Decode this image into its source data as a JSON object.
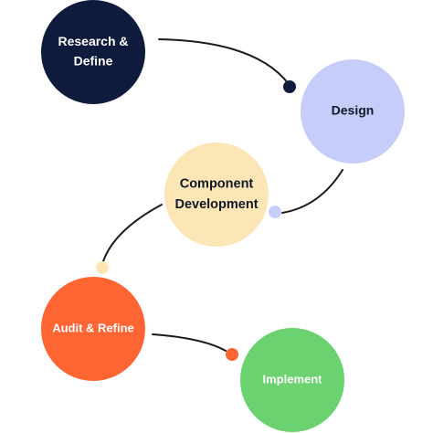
{
  "stages": [
    {
      "id": "research",
      "lines": [
        "Research &",
        "Define"
      ],
      "color": "#0f1b3d",
      "text_color": "#ffffff"
    },
    {
      "id": "design",
      "lines": [
        "Design"
      ],
      "color": "#c7cdfa",
      "text_color": "#111827"
    },
    {
      "id": "component",
      "lines": [
        "Component",
        "Development"
      ],
      "color": "#fde6b6",
      "text_color": "#111827"
    },
    {
      "id": "audit",
      "lines": [
        "Audit & Refine"
      ],
      "color": "#ff6433",
      "text_color": "#ffffff"
    },
    {
      "id": "implement",
      "lines": [
        "Implement"
      ],
      "color": "#6bd26f",
      "text_color": "#ffffff"
    }
  ],
  "connectors": [
    {
      "from": "research",
      "to": "design",
      "dot_color": "#0f1b3d"
    },
    {
      "from": "design",
      "to": "component",
      "dot_color": "#c7cdfa"
    },
    {
      "from": "component",
      "to": "audit",
      "dot_color": "#fde6b6"
    },
    {
      "from": "audit",
      "to": "implement",
      "dot_color": "#ff6433"
    }
  ],
  "colors": {
    "background": "#ffffff",
    "line": "#1b1b1b"
  }
}
